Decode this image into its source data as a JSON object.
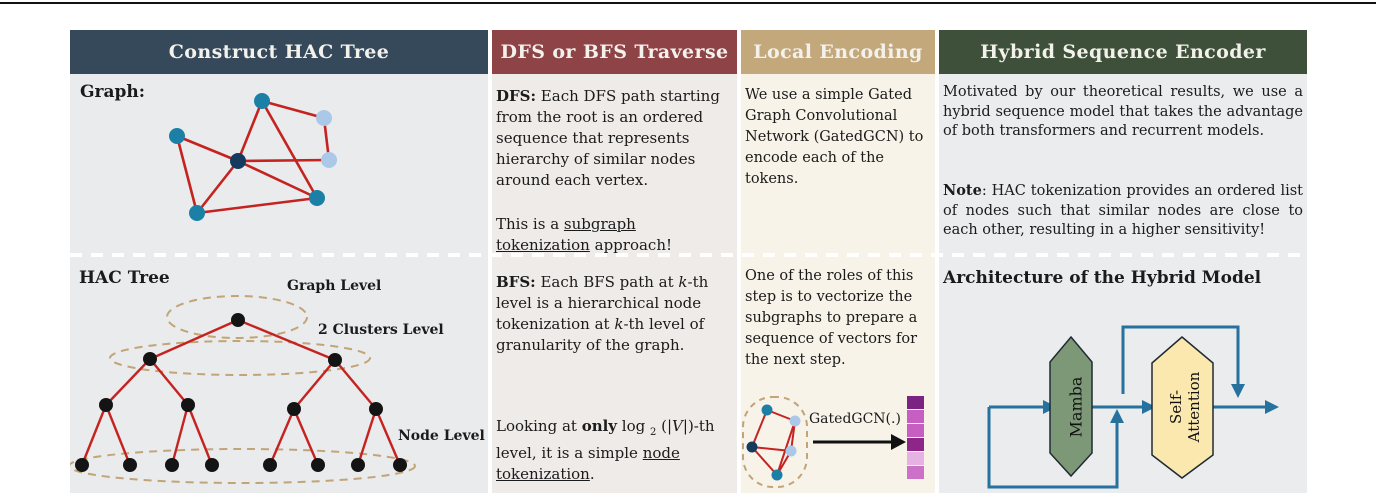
{
  "palette": {
    "header_blue": "#36495a",
    "header_maroon": "#8e4347",
    "header_tan": "#c3a87c",
    "header_green": "#3e5039",
    "teal": "#1c7fa6",
    "navy": "#16395e",
    "lightblue": "#abc8e8",
    "edge_red": "#c42320",
    "tree_node": "#141414",
    "dashed_tan": "#c2a477",
    "arrow_blue": "#26719e",
    "mamba_green": "#7d9877",
    "attention_yellow": "#fbe8af",
    "black_arrow": "#111111"
  },
  "headers": [
    {
      "label": "Construct HAC Tree"
    },
    {
      "label": "DFS or BFS Traverse"
    },
    {
      "label": "Local Encoding"
    },
    {
      "label": "Hybrid Sequence Encoder"
    }
  ],
  "col1": {
    "graph_label": "Graph:",
    "hac_label": "HAC Tree",
    "level_graph": "Graph Level",
    "level_clusters": "2 Clusters Level",
    "level_node": "Node Level"
  },
  "col2": {
    "dfs_label": "DFS:",
    "dfs_text": " Each DFS path starting from the root is an ordered sequence that represents hierarchy of similar nodes around each vertex.",
    "sub_pre": "This is a ",
    "sub_underlined": "subgraph tokenization",
    "sub_post": " approach!",
    "bfs_label": "BFS:",
    "bfs_t1": " Each BFS path at ",
    "bfs_k1": "k",
    "bfs_t2": "-th level is a hierarchical node tokenization at ",
    "bfs_k2": "k",
    "bfs_t3": "-th level of granularity of the graph.",
    "look_t1": "Looking at ",
    "look_bold": "only",
    "look_t2": " log ",
    "look_sub": "2",
    "look_t3": " (|",
    "look_v": "V",
    "look_t4": "|)-th level, it is a simple ",
    "look_underlined": "node tokenization",
    "look_t5": "."
  },
  "col3": {
    "top_text": "We use a simple Gated Graph Convolutional Network (GatedGCN) to encode each of the tokens.",
    "bottom_text": "One of the roles of this step is to vectorize the subgraphs to prepare a sequence of vectors for the next step.",
    "gcn_label": "GatedGCN(.)",
    "vector_colors": [
      "#7b2383",
      "#c75fc3",
      "#c75fc3",
      "#8e2689",
      "#e5b2e2",
      "#cc70c8"
    ]
  },
  "col4": {
    "top_text": "Motivated by our theoretical results, we use a hybrid sequence model that takes the advantage of both transformers and recurrent models.",
    "note_label": "Note",
    "note_text": ": HAC tokenization provides an ordered list of nodes such that similar nodes are close to each other, resulting in a higher sensitivity!",
    "arch_title": "Architecture of the Hybrid Model",
    "mamba_label": "Mamba",
    "attn_label_1": "Self-",
    "attn_label_2": "Attention"
  }
}
